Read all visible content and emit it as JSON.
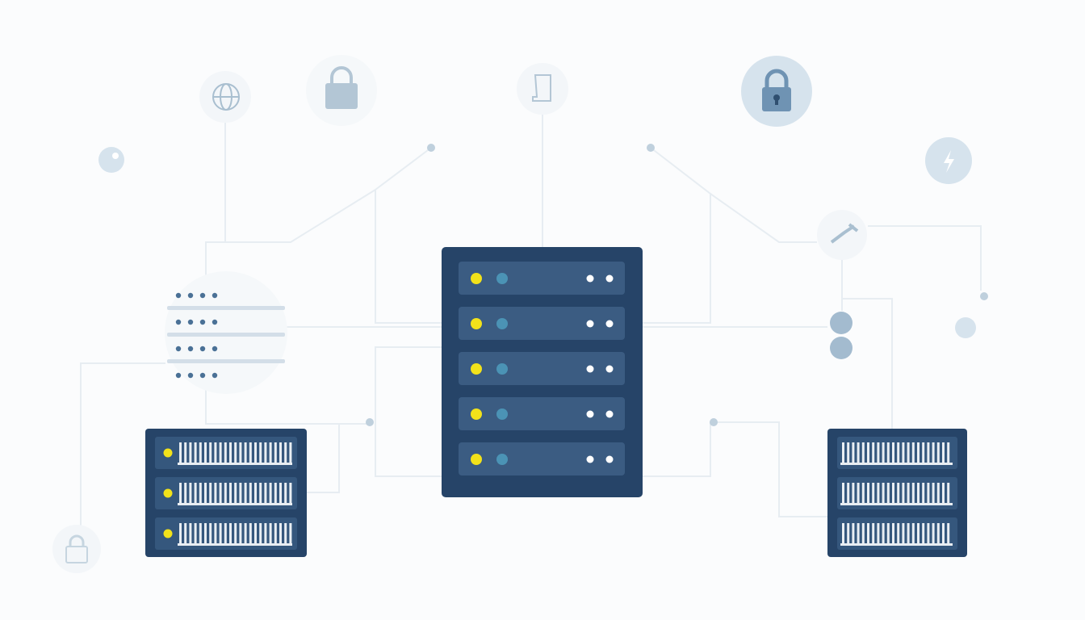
{
  "colors": {
    "background": "#fbfcfd",
    "rack": "#264468",
    "slot": "#3b5c82",
    "small_slot": "#35577d",
    "led_yellow": "#f2e21a",
    "led_blue": "#4b93b5",
    "led_white": "#ffffff",
    "vent": "#e9eef3",
    "line": "#e7edf2",
    "icon_bg": "#f1f5f8",
    "icon_fg": "#9fb7cb",
    "lock_bg": "#d6e3ed",
    "lock_fg": "#6f93b3"
  },
  "icons": [
    "globe-icon",
    "lock-icon",
    "document-icon",
    "large-lock-icon",
    "lightning-icon",
    "wrench-icon",
    "small-lock-icon",
    "list-panel-icon"
  ],
  "main_rack": {
    "slots": 5
  },
  "left_rack": {
    "slots": 3,
    "has_leds": true
  },
  "right_rack": {
    "slots": 3,
    "has_leds": false
  }
}
